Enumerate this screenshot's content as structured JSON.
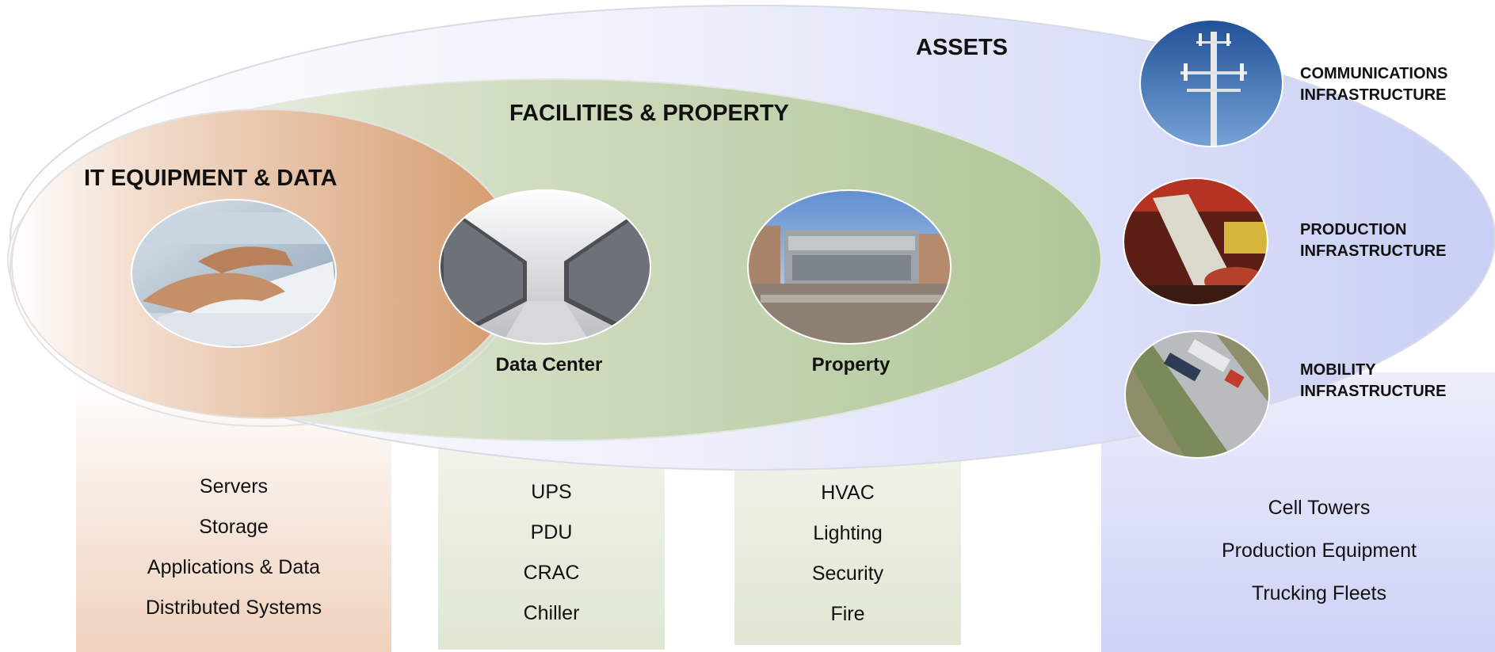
{
  "titles": {
    "assets": "ASSETS",
    "facilities": "FACILITIES & PROPERTY",
    "it": "IT EQUIPMENT & DATA"
  },
  "photos": {
    "it": {
      "icon": "typing-on-keyboard-photo",
      "caption": ""
    },
    "data_center": {
      "icon": "server-aisle-photo",
      "caption": "Data Center"
    },
    "property": {
      "icon": "cooling-tower-building-photo",
      "caption": "Property"
    },
    "communications": {
      "icon": "cell-tower-photo"
    },
    "production": {
      "icon": "rolling-mill-photo"
    },
    "mobility": {
      "icon": "trucks-on-highway-photo"
    }
  },
  "infrastructure": [
    {
      "line1": "COMMUNICATIONS",
      "line2": "INFRASTRUCTURE"
    },
    {
      "line1": "PRODUCTION",
      "line2": "INFRASTRUCTURE"
    },
    {
      "line1": "MOBILITY",
      "line2": "INFRASTRUCTURE"
    }
  ],
  "columns": {
    "it": [
      "Servers",
      "Storage",
      "Applications & Data",
      "Distributed Systems"
    ],
    "data_center": [
      "UPS",
      "PDU",
      "CRAC",
      "Chiller"
    ],
    "property": [
      "HVAC",
      "Lighting",
      "Security",
      "Fire"
    ],
    "assets": [
      "Cell Towers",
      "Production Equipment",
      "Trucking Fleets"
    ]
  },
  "colors": {
    "assets_blue": "#c9cff5",
    "facilities_green": "#b5c99c",
    "it_orange": "#dca47c",
    "outline": "#dcdcdc"
  }
}
